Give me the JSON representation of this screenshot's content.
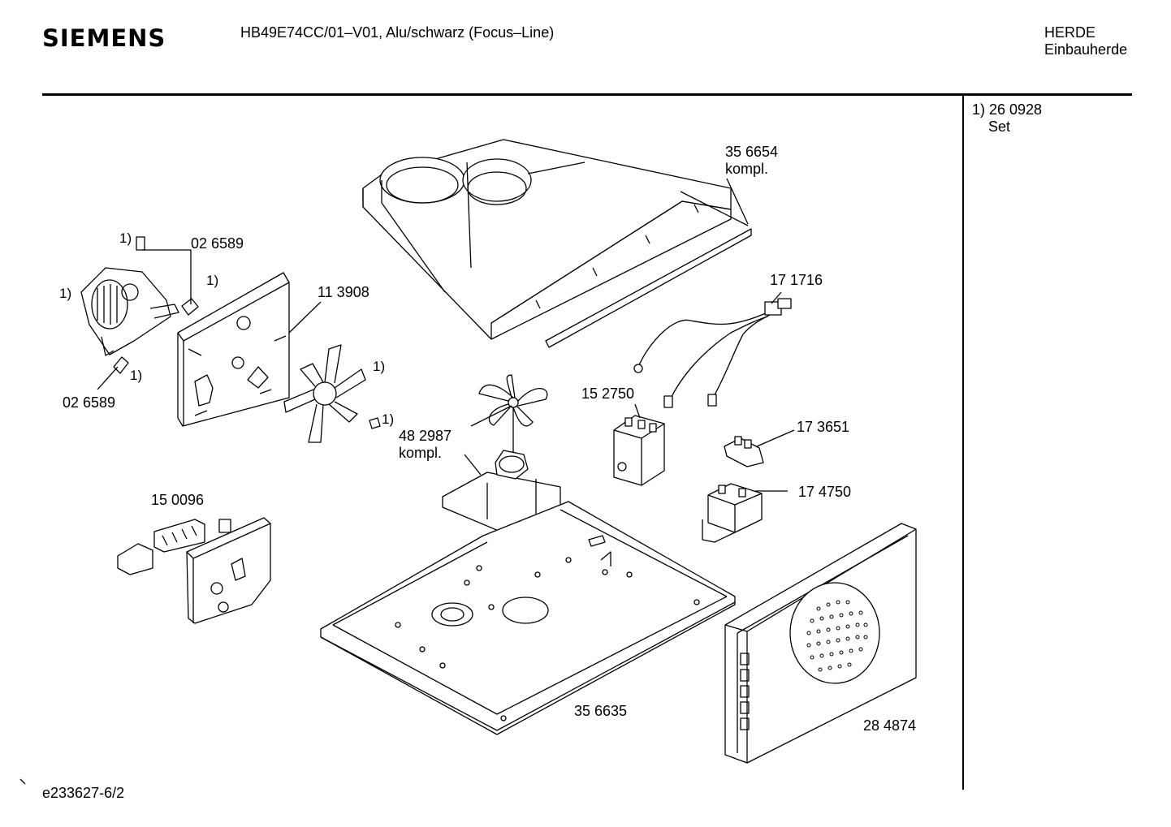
{
  "header": {
    "brand": "SIEMENS",
    "model": "HB49E74CC/01–V01, Alu/schwarz (Focus–Line)",
    "category": "HERDE",
    "subcategory": "Einbauherde"
  },
  "note": {
    "ref": "1) 26 0928",
    "desc": "Set"
  },
  "parts": {
    "p356654": "35 6654",
    "kompl1": "kompl.",
    "p171716": "17 1716",
    "p026589a": "02 6589",
    "p026589b": "02 6589",
    "p113908": "11 3908",
    "p152750": "15 2750",
    "p482987": "48 2987",
    "kompl2": "kompl.",
    "p173651": "17 3651",
    "p174750": "17 4750",
    "p150096": "15 0096",
    "p356635": "35 6635",
    "p284874": "28 4874"
  },
  "footnote_mark": "1)",
  "footer": {
    "code": "e233627-6/2"
  }
}
